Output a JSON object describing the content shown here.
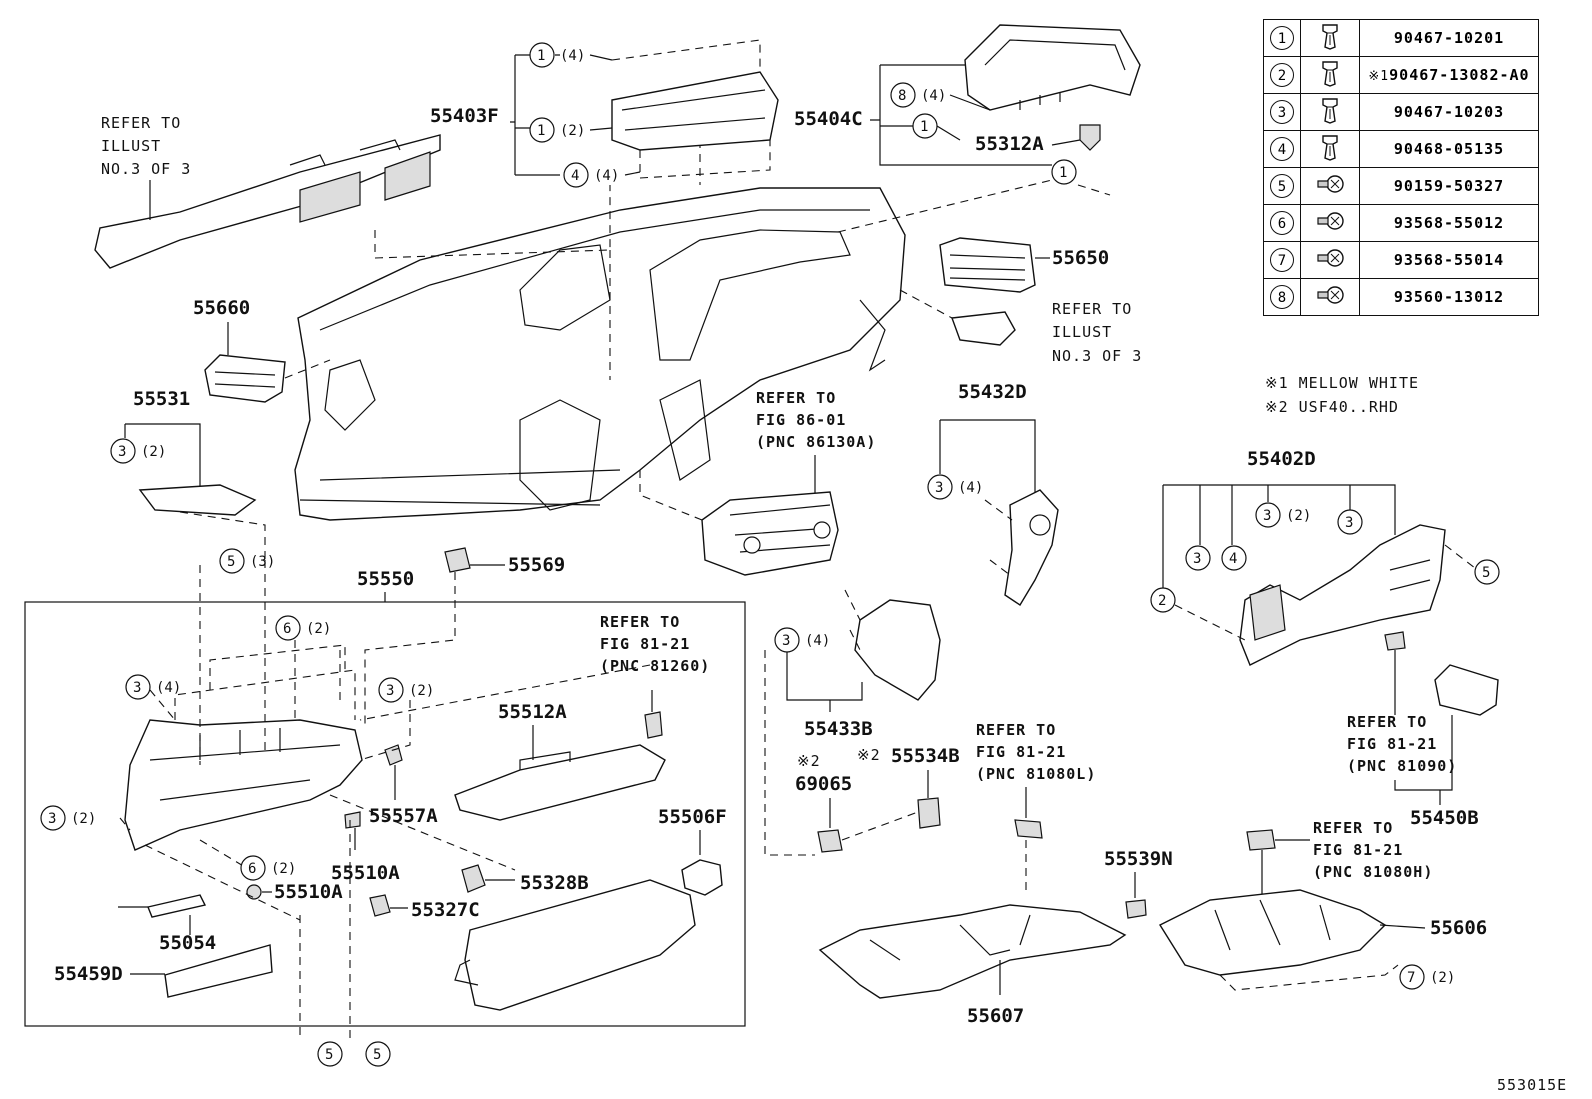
{
  "legend": [
    {
      "num": "1",
      "icon": "clip-icon",
      "mark": "",
      "part": "90467-10201"
    },
    {
      "num": "2",
      "icon": "clip-icon",
      "mark": "※1",
      "part": "90467-13082-A0"
    },
    {
      "num": "3",
      "icon": "clip-icon",
      "mark": "",
      "part": "90467-10203"
    },
    {
      "num": "4",
      "icon": "clip-icon",
      "mark": "",
      "part": "90468-05135"
    },
    {
      "num": "5",
      "icon": "screw-icon",
      "mark": "",
      "part": "90159-50327"
    },
    {
      "num": "6",
      "icon": "screw-icon",
      "mark": "",
      "part": "93568-55012"
    },
    {
      "num": "7",
      "icon": "screw-icon",
      "mark": "",
      "part": "93568-55014"
    },
    {
      "num": "8",
      "icon": "screw-icon",
      "mark": "",
      "part": "93560-13012"
    }
  ],
  "footnotes": {
    "n1": "※1  MELLOW WHITE",
    "n2": "※2  USF40..RHD"
  },
  "refs": {
    "top_left": [
      "REFER TO",
      "ILLUST",
      "NO.3  OF  3"
    ],
    "mid_right": [
      "REFER TO",
      "ILLUST",
      "NO.3  OF  3"
    ],
    "fig86": [
      "REFER TO",
      "FIG 86-01",
      "(PNC 86130A)"
    ],
    "fig81_81260": [
      "REFER TO",
      "FIG 81-21",
      "(PNC 81260)"
    ],
    "fig81_81080L": [
      "REFER TO",
      "FIG 81-21",
      "(PNC 81080L)"
    ],
    "fig81_81090": [
      "REFER TO",
      "FIG 81-21",
      "(PNC 81090)"
    ],
    "fig81_81080H": [
      "REFER TO",
      "FIG 81-21",
      "(PNC 81080H)"
    ]
  },
  "parts": {
    "p55403F": "55403F",
    "p55404C": "55404C",
    "p55312A": "55312A",
    "p55650": "55650",
    "p55660": "55660",
    "p55531": "55531",
    "p55432D": "55432D",
    "p55402D": "55402D",
    "p55550": "55550",
    "p55569": "55569",
    "p55512A": "55512A",
    "p55433B": "55433B",
    "p69065": "69065",
    "p55534B": "55534B",
    "p55557A": "55557A",
    "p55510A_a": "55510A",
    "p55510A_b": "55510A",
    "p55506F": "55506F",
    "p55328B": "55328B",
    "p55327C": "55327C",
    "p55054": "55054",
    "p55459D": "55459D",
    "p55539N": "55539N",
    "p55607": "55607",
    "p55606": "55606",
    "p55450B": "55450B"
  },
  "marks": {
    "m1": "※2",
    "m2": "※2"
  },
  "callouts": {
    "c1": {
      "num": "1",
      "qty": "(4)"
    },
    "c2": {
      "num": "1",
      "qty": "(2)"
    },
    "c3": {
      "num": "4",
      "qty": "(4)"
    },
    "c4": {
      "num": "8",
      "qty": "(4)"
    },
    "c5": {
      "num": "1",
      "qty": ""
    },
    "c6": {
      "num": "1",
      "qty": ""
    },
    "c7": {
      "num": "3",
      "qty": "(2)"
    },
    "c8": {
      "num": "3",
      "qty": "(4)"
    },
    "c9": {
      "num": "3",
      "qty": "(2)"
    },
    "c10": {
      "num": "3",
      "qty": ""
    },
    "c11": {
      "num": "3",
      "qty": ""
    },
    "c12": {
      "num": "4",
      "qty": ""
    },
    "c13": {
      "num": "2",
      "qty": ""
    },
    "c14": {
      "num": "5",
      "qty": ""
    },
    "c15": {
      "num": "5",
      "qty": "(3)"
    },
    "c16": {
      "num": "6",
      "qty": "(2)"
    },
    "c17": {
      "num": "3",
      "qty": "(4)"
    },
    "c18": {
      "num": "3",
      "qty": "(2)"
    },
    "c19": {
      "num": "3",
      "qty": "(2)"
    },
    "c20": {
      "num": "6",
      "qty": "(2)"
    },
    "c21": {
      "num": "3",
      "qty": "(4)"
    },
    "c22": {
      "num": "5",
      "qty": ""
    },
    "c23": {
      "num": "5",
      "qty": ""
    },
    "c24": {
      "num": "7",
      "qty": "(2)"
    }
  },
  "figure_id": "553015E"
}
